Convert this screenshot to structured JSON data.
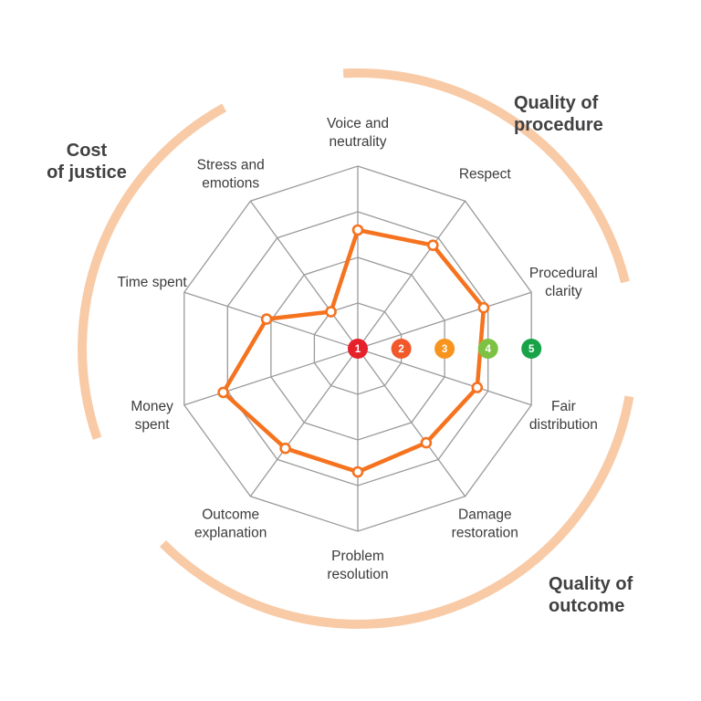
{
  "chart_data": {
    "type": "radar",
    "title": "",
    "axes_order": "clockwise-from-top",
    "categories": [
      "Voice and\nneutrality",
      "Respect",
      "Procedural\nclarity",
      "Fair\ndistribution",
      "Damage\nrestoration",
      "Problem\nresolution",
      "Outcome\nexplanation",
      "Money\nspent",
      "Time spent",
      "Stress and\nemotions"
    ],
    "values": [
      3.6,
      3.8,
      3.9,
      3.75,
      3.55,
      3.7,
      3.7,
      4.1,
      3.1,
      2.0
    ],
    "scale": {
      "min": 1,
      "max": 5,
      "rings": [
        2,
        3,
        4,
        5
      ],
      "markers": [
        {
          "value": "1",
          "color": "#e5212a"
        },
        {
          "value": "2",
          "color": "#f1592a"
        },
        {
          "value": "3",
          "color": "#f7941e"
        },
        {
          "value": "4",
          "color": "#7dc242"
        },
        {
          "value": "5",
          "color": "#19a349"
        }
      ]
    },
    "sections": [
      {
        "id": "quality-of-procedure",
        "label": "Quality of\nprocedure",
        "arc_start_deg": -3,
        "arc_end_deg": 76
      },
      {
        "id": "quality-of-outcome",
        "label": "Quality of\noutcome",
        "arc_start_deg": 100,
        "arc_end_deg": 225
      },
      {
        "id": "cost-of-justice",
        "label": "Cost\nof justice",
        "arc_start_deg": 251,
        "arc_end_deg": 331
      }
    ],
    "grid": true,
    "legend": false,
    "colors": {
      "line": "#f5731f",
      "point_fill": "#ffffff",
      "grid": "#9a9a9a",
      "arc": "#f8caa6",
      "axis_label": "#3c3c3c",
      "section_label": "#414042"
    }
  }
}
